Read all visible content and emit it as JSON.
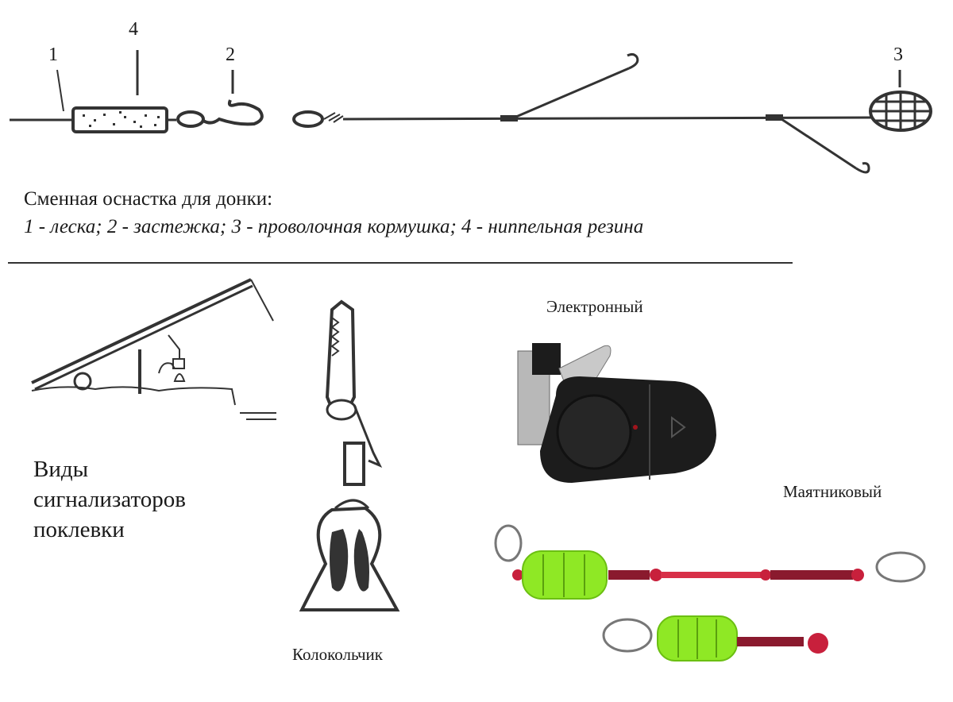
{
  "top_diagram": {
    "callouts": [
      {
        "number": "1"
      },
      {
        "number": "4"
      },
      {
        "number": "2"
      },
      {
        "number": "3"
      }
    ],
    "caption": {
      "title": "Сменная оснастка для донки:",
      "legend": "1 - леска; 2 - застежка; 3 - проволочная кормушка; 4 - ниппельная резина"
    }
  },
  "bottom_section": {
    "side_title": [
      "Виды",
      "сигнализаторов",
      "поклевки"
    ],
    "labels": {
      "electronic": "Электронный",
      "pendulum": "Маятниковый",
      "bell": "Колокольчик"
    }
  },
  "colors": {
    "ink": "#1a1a1a",
    "device_black": "#1c1c1c",
    "float_green": "#8fe825",
    "rod_red": "#c8203c"
  }
}
